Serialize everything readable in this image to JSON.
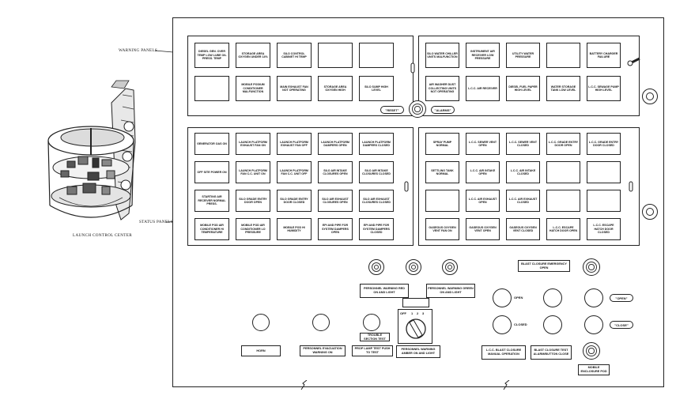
{
  "labels": {
    "warning_panels": "WARNING PANELS",
    "status_panels": "STATUS PANELS",
    "launch_control_center": "LAUNCH CONTROL CENTER"
  },
  "center": {
    "reset": "\"RESET\"",
    "alarms": "\"ALARMS\""
  },
  "warning_left": [
    [
      "DIESEL GEN. OVER TEMP LOW LUBE OIL PRESS. TEMP",
      "STORAGE AREA OXYGEN UNDER 14%",
      "SILO CONTROL CABINET HI TEMP",
      "",
      ""
    ],
    [
      "",
      "MOBILE PODIUM CONDITIONER MALFUNCTION",
      "MAIN EXHAUST FAN NOT OPERATING",
      "STORAGE AREA OXYGEN HIGH",
      "SILO SUMP HIGH LEVEL"
    ]
  ],
  "warning_right": [
    [
      "SILO WATER CHILLER UNITS MALFUNCTION",
      "INSTRUMENT AIR RECEIVER LOW PRESSURE",
      "UTILITY WATER PRESSURE",
      "",
      "BATTERY CHARGER FAILURE"
    ],
    [
      "AIR WASHER DUST COLLECTING UNITS NOT OPERATING",
      "L.C.C. AIR RECEIVER",
      "DIESEL FUEL PAPER HIGH LEVEL",
      "WATER STORAGE TANK LOW LEVEL",
      "L.C.C. SEWAGE PUMP HIGH LEVEL"
    ]
  ],
  "status_left": [
    [
      "GENERATOR OAS ON",
      "LAUNCH PLATFORM EXHAUST FAN ON",
      "LAUNCH PLATFORM EXHAUST FAN OFF",
      "LAUNCH PLATFORM DAMPERS OPEN",
      "LAUNCH PLATFORM DAMPERS CLOSED"
    ],
    [
      "OFF SITE POWER ON",
      "LAUNCH PLATFORM FAN C.C. UNIT ON",
      "LAUNCH PLATFORM FAN C.C. UNIT OFF",
      "SILO AIR INTAKE CLOSURES OPEN",
      "SILO AIR INTAKE CLOSURES CLOSED"
    ],
    [
      "STARTING AIR RECEIVER NORMAL PRESS.",
      "SILO GRADE ENTRY DOOR OPEN",
      "SILO GRADE ENTRY DOOR CLOSED",
      "SILO AIR EXHAUST CLOSURES OPEN",
      "SILO AIR EXHAUST CLOSURES CLOSED"
    ],
    [
      "MOBILE POD AIR CONDITIONER HI TEMPERATURE",
      "MOBILE POD AIR CONDITIONER LO PRESSURE",
      "MOBILE POD HI HUMIDITY",
      "EPI AND PIPE FOR SYSTEM DAMPERS OPEN",
      "EPI AND PIPE FOR SYSTEM DAMPERS CLOSED"
    ]
  ],
  "status_right": [
    [
      "SPRAY PUMP NORMAL",
      "L.C.C. SEWER VENT OPEN",
      "L.C.C. SEWER VENT CLOSED",
      "L.C.C. GRADE ENTRY DOOR OPEN",
      "L.C.C. GRADE ENTRY DOOR CLOSED"
    ],
    [
      "SETTLING TANK NORMAL",
      "L.C.C. AIR INTAKE OPEN",
      "L.C.C. AIR INTAKE CLOSED",
      "",
      ""
    ],
    [
      "",
      "L.C.C. AIR EXHAUST OPEN",
      "L.C.C. AIR EXHAUST CLOSED",
      "",
      ""
    ],
    [
      "GASEOUS OXYGEN VENT FAN ON",
      "GASEOUS OXYGEN VENT OPEN",
      "GASEOUS OXYGEN VENT CLOSED",
      "L.C.C. ESCAPE HATCH DOOR OPEN",
      "L.C.C. ESCAPE HATCH DOOR CLOSED"
    ]
  ],
  "lower": {
    "horn": "HORN",
    "personnel_evacuation": "PERSONNEL EVACUATION WARNING ON",
    "prop_lamp_test": "PROP LAMP TEST PUSH TO TEST",
    "personnel_warning_amber": "PERSONNEL WARNING AMBER ON AND LIGHT",
    "trouble_section_test": "TROUBLE SECTION TEST",
    "personnel_warning_red": "PERSONNEL WARNING RED ON AND LIGHT",
    "personnel_warning_green": "PERSONNEL WARNING GREEN ON AND LIGHT",
    "selector_off": "OFF",
    "selector_1": "1",
    "selector_2": "2",
    "selector_3": "3",
    "blast_closure_emergency": "BLAST CLOSURE EMERGENCY OPEN",
    "open": "OPEN",
    "closed": "CLOSED",
    "open_quoted": "\"OPEN\"",
    "close_quoted": "\"CLOSE\"",
    "lcc_blast_closure": "L.C.C. BLAST CLOSURE MANUAL OPERATION",
    "blast_closure_test": "BLAST CLOSURE TEST ALARM/BUTTON CLOSE",
    "mobile_enclosure_pod": "MOBILE ENCLOSURE POD"
  }
}
